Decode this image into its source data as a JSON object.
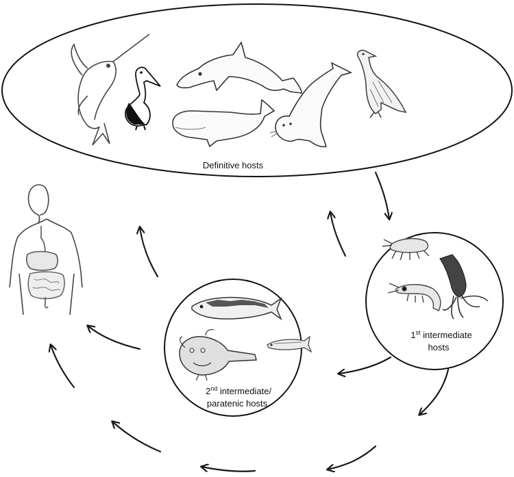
{
  "diagram": {
    "groups": {
      "definitive": {
        "label": "Definitive hosts"
      },
      "first": {
        "label_sup": "st",
        "label_pre": "1",
        "label_line1_rest": " intermediate",
        "label_line2": "hosts"
      },
      "second": {
        "label_sup": "nd",
        "label_pre": "2",
        "label_line1_rest": " intermediate/",
        "label_line2": "paratenic hosts"
      }
    },
    "illustrations": {
      "definitive": [
        "marlin-icon",
        "pelican-icon",
        "dolphin-icon",
        "sperm-whale-icon",
        "seal-icon",
        "cormorant-icon"
      ],
      "first": [
        "amphipod-icon",
        "shrimp-icon",
        "squid-icon"
      ],
      "second": [
        "mackerel-icon",
        "anchovy-icon",
        "anglerfish-icon"
      ],
      "human": [
        "human-digestive-system-icon"
      ]
    },
    "colors": {
      "ink": "#111111",
      "arrow": "#1a1a1a",
      "sketch": "#555555",
      "fill_light": "#f2f2f2"
    }
  }
}
